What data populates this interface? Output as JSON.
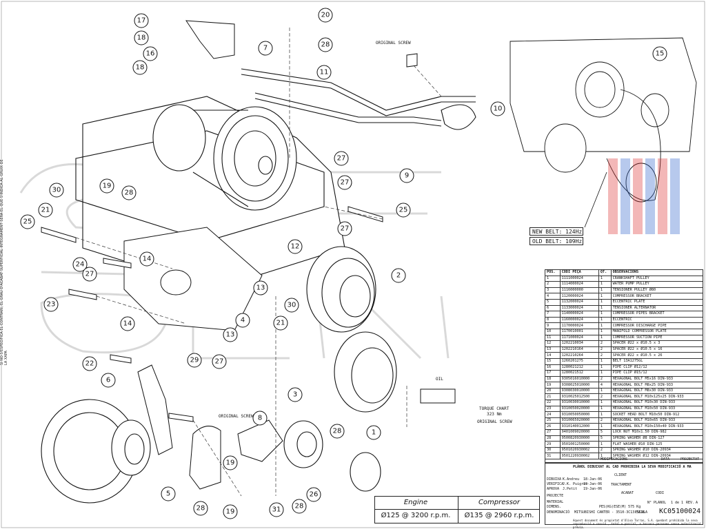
{
  "callouts": [
    "17",
    "18",
    "16",
    "18",
    "7",
    "20",
    "28",
    "11",
    "10",
    "9",
    "15",
    "30",
    "19",
    "28",
    "21",
    "25",
    "27",
    "27",
    "25",
    "27",
    "12",
    "14",
    "24",
    "27",
    "23",
    "13",
    "14",
    "4",
    "13",
    "21",
    "30",
    "2",
    "29",
    "27",
    "22",
    "6",
    "3",
    "8",
    "28",
    "1",
    "19",
    "5",
    "26",
    "28",
    "19",
    "31",
    "28"
  ],
  "notes": {
    "original_screw_1": "ORIGINAL SCREW",
    "original_screw_2": "ORIGINAL SCREW",
    "oil": "OIL",
    "torque_chart": "TORQUE CHART",
    "torque_value": "323 Nm",
    "original_screw_3": "ORIGINAL SCREW"
  },
  "belts": {
    "new": "NEW BELT: 124Hz",
    "old": "OLD BELT: 109Hz"
  },
  "side_text": "SI NO S'ESPECIFICA EL CONTRARI, EL GRAU D'ACABAT SUPERFICIAL INTEGRAMENT SERA EL QUE S'INDICA AL GRUIX DE LA XAPA",
  "parts_table": {
    "headers": [
      "POS.",
      "CODI PEÇA",
      "QT.",
      "OBSERVACIONS"
    ],
    "rows": [
      [
        "1",
        "1111000024",
        "1",
        "CRANKSHAFT PULLEY"
      ],
      [
        "2",
        "1114000024",
        "1",
        "WATER PUMP PULLEY"
      ],
      [
        "3",
        "1116000000",
        "1",
        "TENSIONER PULLEY Ø80"
      ],
      [
        "4",
        "1120000024",
        "1",
        "COMPRESSOR BRACKET"
      ],
      [
        "5",
        "1132000024",
        "1",
        "ECCENTRIC PLATE"
      ],
      [
        "6",
        "1133000024",
        "1",
        "TENSIONER ALTERNATOR"
      ],
      [
        "7",
        "1140000024",
        "1",
        "COMPRESSOR PIPES BRACKET"
      ],
      [
        "8",
        "1160000024",
        "1",
        "ECCENTRIC"
      ],
      [
        "9",
        "1170000024",
        "1",
        "COMPRESSOR DISCHARGE PIPE"
      ],
      [
        "10",
        "1170010001",
        "1",
        "MANIFOLD COMPRESSOR PLATE"
      ],
      [
        "11",
        "1171000024",
        "1",
        "COMPRESSOR SUCTION PIPE"
      ],
      [
        "12",
        "1202210034",
        "2",
        "SPACER Ø22 x Ø10.5 x 3"
      ],
      [
        "13",
        "1202210164",
        "2",
        "SPACER Ø22 x Ø10.5 x 16"
      ],
      [
        "14",
        "1202210264",
        "2",
        "SPACER Ø22 x Ø10.5 x 26"
      ],
      [
        "15",
        "1260201275",
        "1",
        "BELT 13A1275GL"
      ],
      [
        "16",
        "1280021212",
        "1",
        "PIPE CLIP Ø12/12"
      ],
      [
        "17",
        "1280021512",
        "1",
        "PIPE CLIP Ø15/12"
      ],
      [
        "18",
        "9305016010000",
        "2",
        "HEXAGONAL BOLT M5x16 DIN-933"
      ],
      [
        "19",
        "9308025010000",
        "4",
        "HEXAGONAL BOLT M8x25 DIN-933"
      ],
      [
        "20",
        "9308030010000",
        "1",
        "HEXAGONAL BOLT M8x30 DIN-933"
      ],
      [
        "21",
        "9310025012500",
        "2",
        "HEXAGONAL BOLT M10x125x25 DIN-933"
      ],
      [
        "22",
        "9310030010000",
        "1",
        "HEXAGONAL BOLT M10x30 DIN-933"
      ],
      [
        "23",
        "9310050020000",
        "1",
        "HEXAGONAL BOLT M10x50 DIN-933"
      ],
      [
        "24",
        "9310050050000",
        "1",
        "SOCKET HEAD BOLT M10x50 DIN-912"
      ],
      [
        "25",
        "9310065020000",
        "2",
        "HEXAGONAL BOLT M10x65 DIN-933"
      ],
      [
        "26",
        "9310140012000",
        "1",
        "HEXAGONAL BOLT M10x150x40 DIN-933"
      ],
      [
        "27",
        "9401009020000",
        "5",
        "LOCK NUT M10x1.50 DIN-982"
      ],
      [
        "28",
        "9500820930000",
        "5",
        "SPRING WASHER Ø8 DIN-127"
      ],
      [
        "29",
        "9501001250000",
        "1",
        "FLAT WASHER Ø10 DIN-125"
      ],
      [
        "30",
        "9501020930002",
        "2",
        "SPRING WASHER Ø10 DIN-20934"
      ],
      [
        "31",
        "9501220930002",
        "1",
        "SPRING WASHER Ø12 DIN-20934"
      ]
    ]
  },
  "title_block": {
    "revisions": "MODIFICACIONS",
    "data": "DATA",
    "projectat": "PROJECTAT",
    "warning": "PLÀNOL DIBUIXAT AL CAD PROHIBIDA LA SEVA MODIFICACIÓ A MA",
    "dibuixa": "DIBUIXA",
    "dibuixa_name": "K.Andreu",
    "dibuixa_date": "18-Jan-06",
    "verifica": "VERIFICA",
    "verifica_name": "J.K. Puigros",
    "verifica_date": "19-Jan-06",
    "aprova": "APROVA",
    "aprova_name": "J.Petit",
    "aprova_date": "19-Jan-06",
    "client": "CLIENT",
    "tractament": "TRACTAMENT",
    "acabat": "ACABAT",
    "codi": "CODI",
    "projecte": "PROJECTE",
    "material": "MATERIAL",
    "dimens": "DIMENS.",
    "pes": "PES(KG)ESE(M) 575 Kg",
    "escala": "ESCALA",
    "n_planol": "N° PLANOL",
    "sheet": "1 de 1",
    "rev": "REV.",
    "rev_value": "A",
    "denominacio": "DENOMINACIÓ",
    "description": "MITSUBISHI CANTER - 3510-3C13-5515",
    "code": "KC05100024",
    "copyright": "Aquest document és propietat d'Oliva Torras, S.A. quedant prohibida la seva reproducció o cessió , total o parcial, a tercers persones sense autorització prèvia."
  },
  "speeds": {
    "engine_label": "Engine",
    "engine_value": "Ø125 @ 3200 r.p.m.",
    "compressor_label": "Compressor",
    "compressor_value": "Ø135 @ 2960 r.p.m."
  },
  "watermark": "OLIVA TORRAS"
}
